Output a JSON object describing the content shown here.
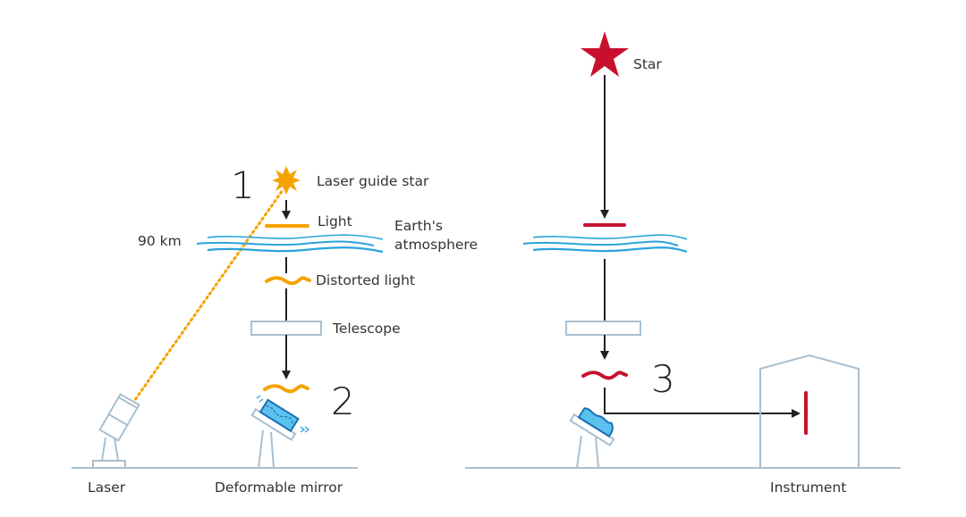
{
  "colors": {
    "laser_light": "#f5a300",
    "star_red": "#c8102e",
    "atmosphere": "#29a3dc",
    "equipment": "#a9bfcf",
    "mirror_fill": "#5bc2ee",
    "mirror_stroke": "#1a6fb5",
    "arrow": "#222222"
  },
  "left_panel": {
    "step1": "1",
    "step2": "2",
    "laser_guide_star": "Laser guide star",
    "light": "Light",
    "atmosphere_line1": "Earth's",
    "atmosphere_line2": "atmosphere",
    "altitude": "90 km",
    "distorted_light": "Distorted light",
    "telescope": "Telescope",
    "laser": "Laser",
    "deformable_mirror": "Deformable mirror"
  },
  "right_panel": {
    "star": "Star",
    "step3": "3",
    "instrument": "Instrument"
  }
}
